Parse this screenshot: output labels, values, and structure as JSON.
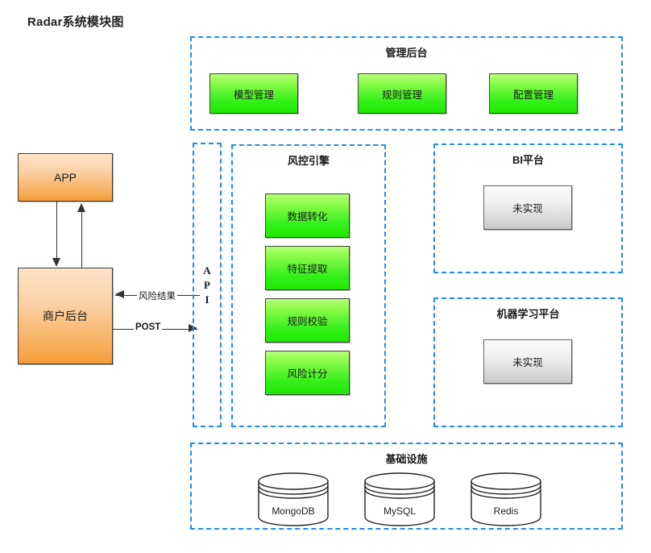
{
  "diagram": {
    "title": "Radar系统模块图",
    "accent_dashed_color": "#1f8cf0",
    "green_fill": "#33f01a",
    "orange_fill": "#f7a94e",
    "gray_fill": "#d0d0d0"
  },
  "clients": {
    "app": {
      "label": "APP"
    },
    "merchant": {
      "label": "商户后台"
    }
  },
  "api": {
    "letters": [
      "A",
      "P",
      "I"
    ],
    "full_label": "API"
  },
  "edges": {
    "risk_result": {
      "label": "风险结果",
      "direction": "left"
    },
    "post": {
      "label": "POST",
      "direction": "right"
    }
  },
  "admin": {
    "title": "管理后台",
    "modules": [
      {
        "label": "模型管理"
      },
      {
        "label": "规则管理"
      },
      {
        "label": "配置管理"
      }
    ]
  },
  "risk_engine": {
    "title": "风控引擎",
    "modules": [
      {
        "label": "数据转化"
      },
      {
        "label": "特征提取"
      },
      {
        "label": "规则校验"
      },
      {
        "label": "风险计分"
      }
    ]
  },
  "bi_platform": {
    "title": "BI平台",
    "modules": [
      {
        "label": "未实现"
      }
    ]
  },
  "ml_platform": {
    "title": "机器学习平台",
    "modules": [
      {
        "label": "未实现"
      }
    ]
  },
  "infrastructure": {
    "title": "基础设施",
    "datastores": [
      {
        "label": "MongoDB"
      },
      {
        "label": "MySQL"
      },
      {
        "label": "Redis"
      }
    ]
  }
}
